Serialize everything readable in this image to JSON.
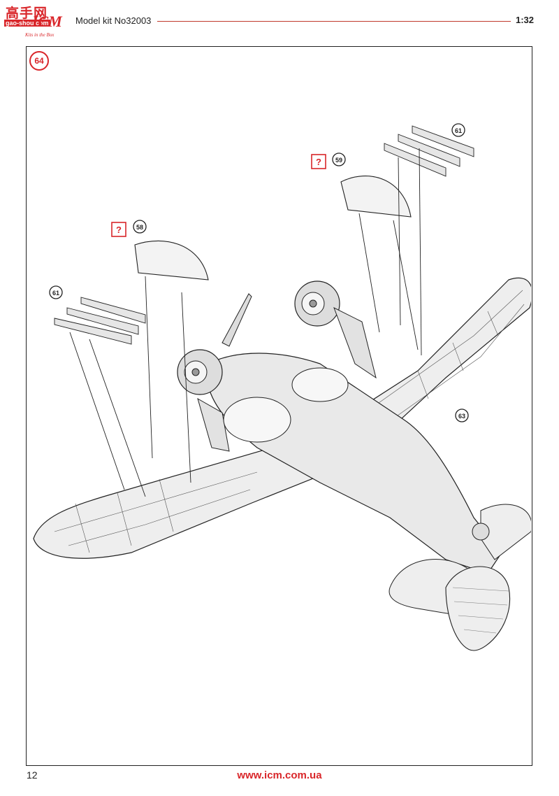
{
  "header": {
    "logo_cn": "高手网",
    "logo_url": "gao-shou.com",
    "logo_brand": "ICM",
    "logo_tagline": "Kits in the Box",
    "kit_label": "Model kit No32003",
    "scale": "1:32"
  },
  "step": "64",
  "callouts": {
    "left_guns": "61",
    "left_canopy_part": "58",
    "right_canopy_part": "59",
    "right_guns": "61",
    "airframe": "63",
    "unknown_mark": "?"
  },
  "colors": {
    "accent": "#d9262a",
    "line": "#222222",
    "surface": "#eeeeee"
  },
  "footer": {
    "page_number": "12",
    "website": "www.icm.com.ua"
  }
}
